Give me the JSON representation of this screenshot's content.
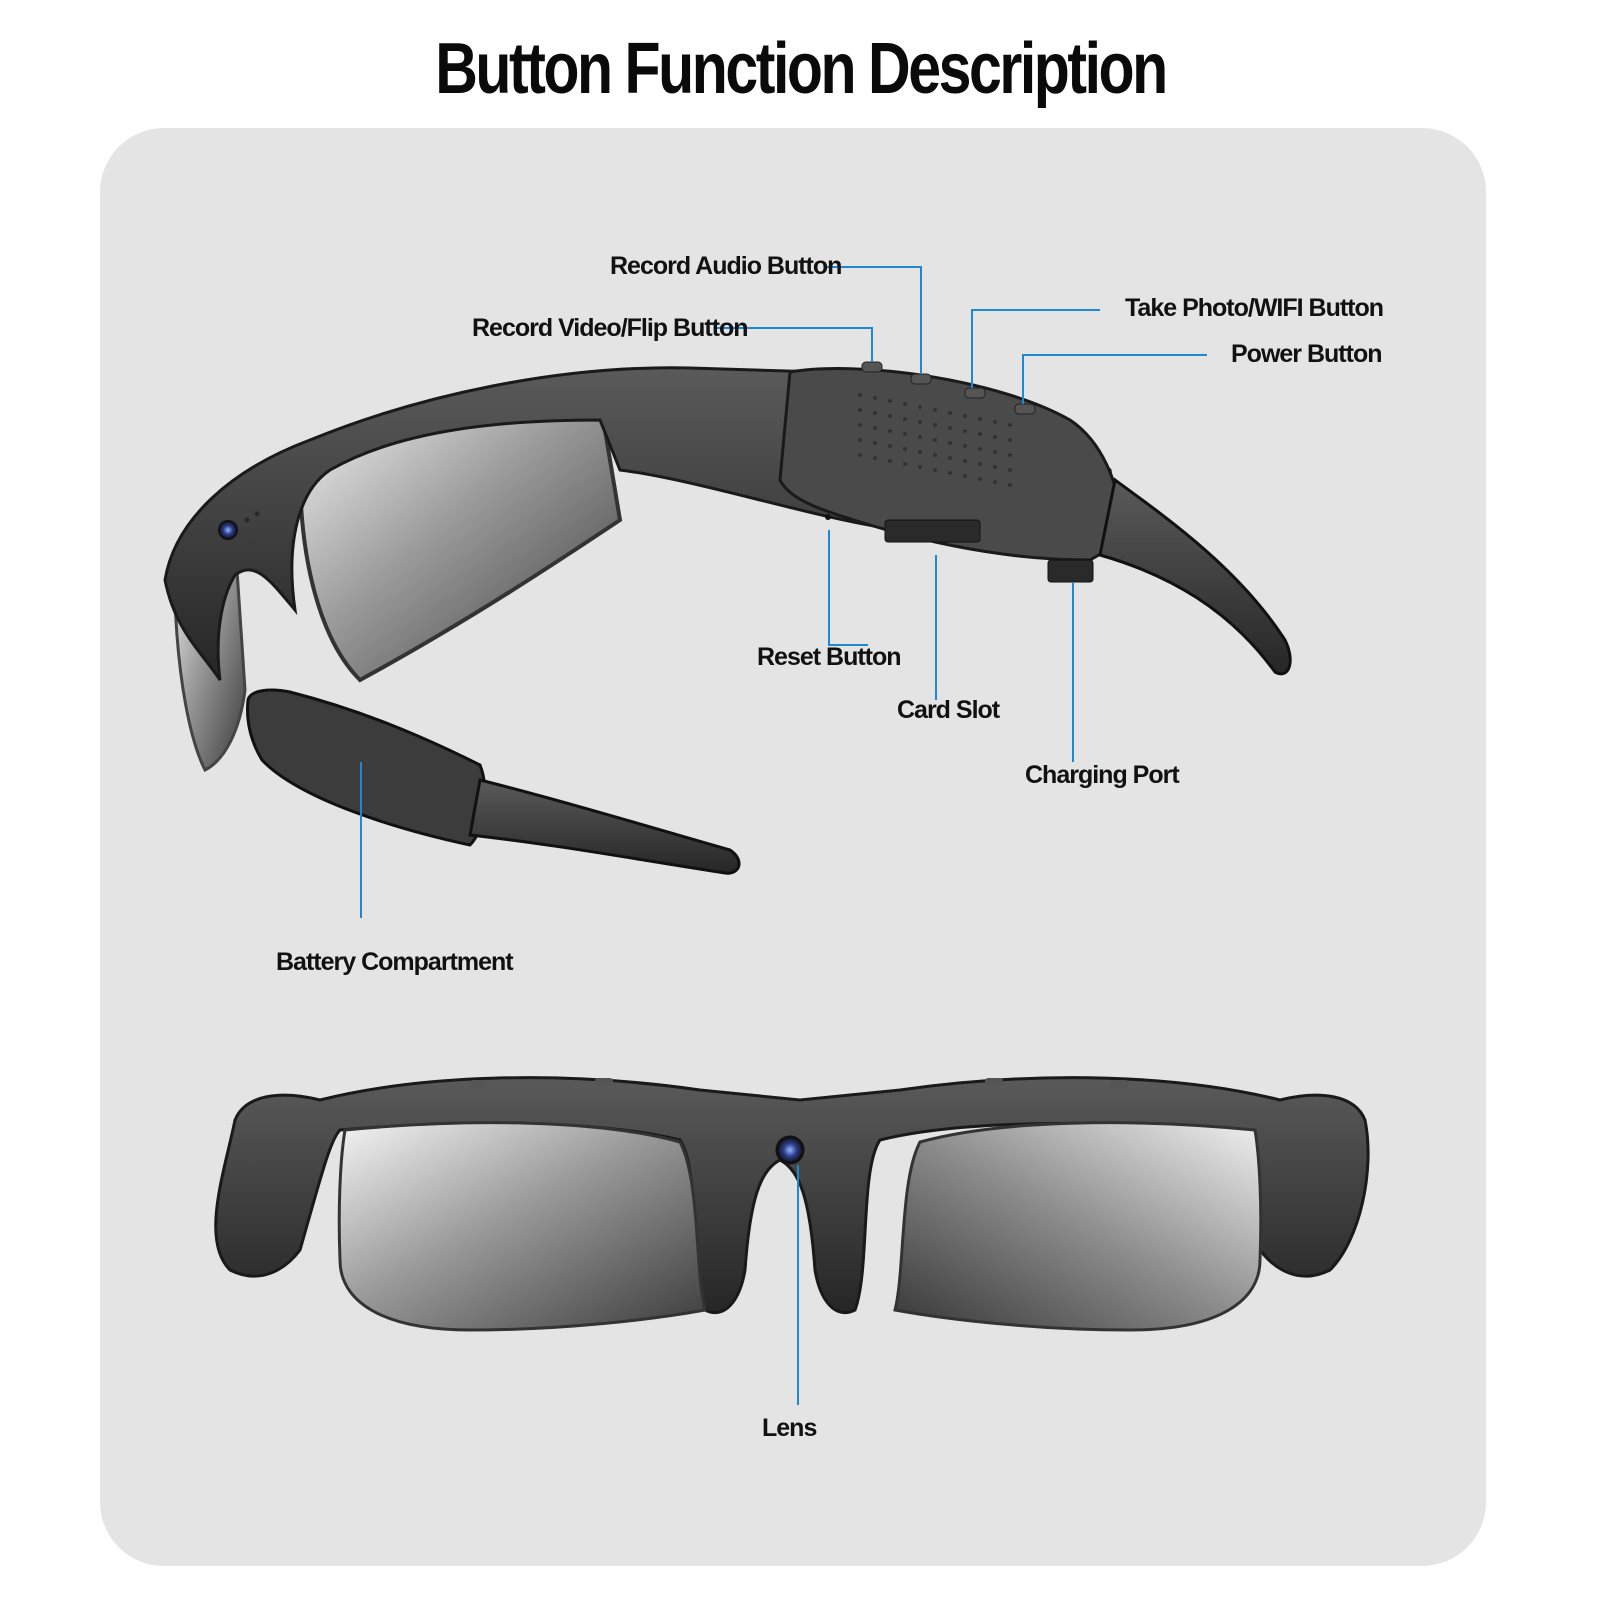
{
  "title": "Button Function Description",
  "colors": {
    "background": "#ffffff",
    "panel": "#e4e4e4",
    "leader_line": "#1e88d6",
    "text": "#111111",
    "frame": "#3a3a3a"
  },
  "callouts": {
    "record_audio": "Record Audio Button",
    "record_video": "Record Video/Flip Button",
    "take_photo": "Take Photo/WIFI Button",
    "power": "Power Button",
    "reset": "Reset Button",
    "card_slot": "Card Slot",
    "charging_port": "Charging Port",
    "battery": "Battery Compartment",
    "lens": "Lens"
  }
}
